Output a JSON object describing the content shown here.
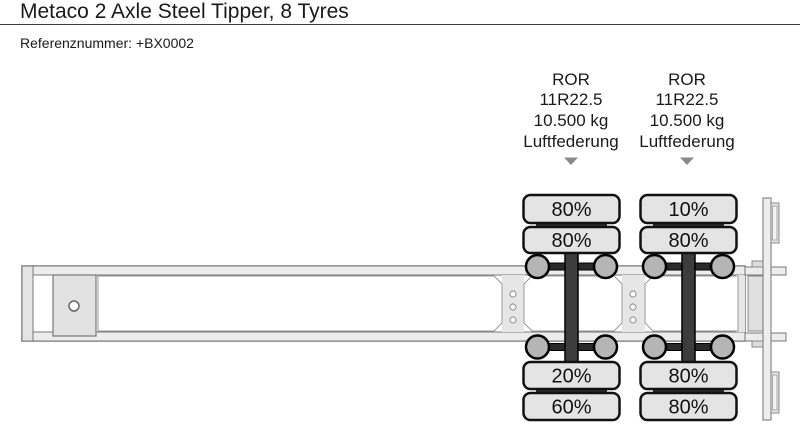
{
  "page": {
    "title": "Metaco 2 Axle Steel Tipper, 8 Tyres",
    "reference": "Referenznummer: +BX0002"
  },
  "axles": [
    {
      "make": "ROR",
      "tyre_size": "11R22.5",
      "axle_load": "10.500 kg",
      "suspension": "Luftfederung",
      "tyres": {
        "top_outer": "80%",
        "top_inner": "80%",
        "bottom_inner": "20%",
        "bottom_outer": "60%"
      }
    },
    {
      "make": "ROR",
      "tyre_size": "11R22.5",
      "axle_load": "10.500 kg",
      "suspension": "Luftfederung",
      "tyres": {
        "top_outer": "10%",
        "top_inner": "80%",
        "bottom_inner": "80%",
        "bottom_outer": "80%"
      }
    }
  ],
  "colors": {
    "tyre_fill": "#e4e4e4",
    "tyre_stroke": "#111111",
    "axle_beam": "#3d3d3d",
    "suspension_circle": "#b5b5b5",
    "chassis_stroke": "#777777",
    "strip_fill": "#ececec",
    "arrow": "#8a8a8a"
  }
}
